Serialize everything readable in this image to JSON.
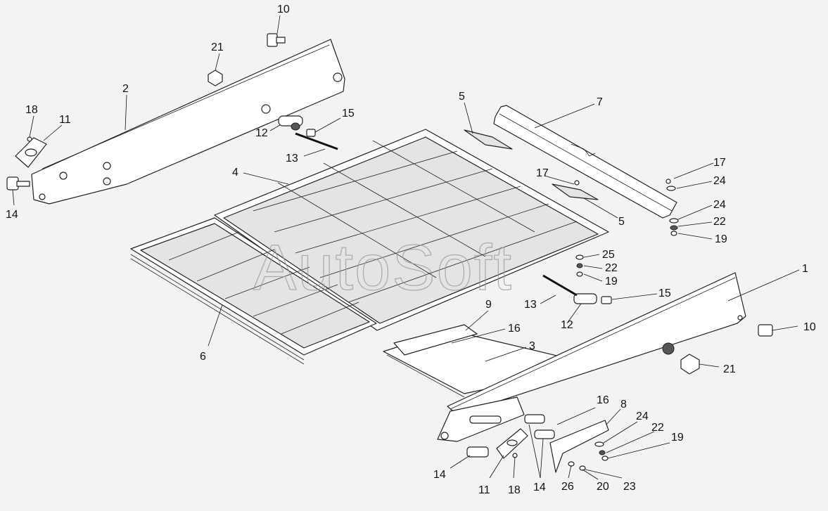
{
  "watermark": "AutoSoft",
  "callouts": [
    "10",
    "21",
    "2",
    "18",
    "11",
    "12",
    "15",
    "13",
    "14",
    "4",
    "5",
    "7",
    "17",
    "24",
    "24",
    "22",
    "19",
    "17",
    "5",
    "25",
    "22",
    "19",
    "15",
    "13",
    "12",
    "1",
    "10",
    "21",
    "9",
    "16",
    "3",
    "6",
    "16",
    "8",
    "24",
    "22",
    "19",
    "14",
    "11",
    "18",
    "14",
    "26",
    "20",
    "23"
  ]
}
